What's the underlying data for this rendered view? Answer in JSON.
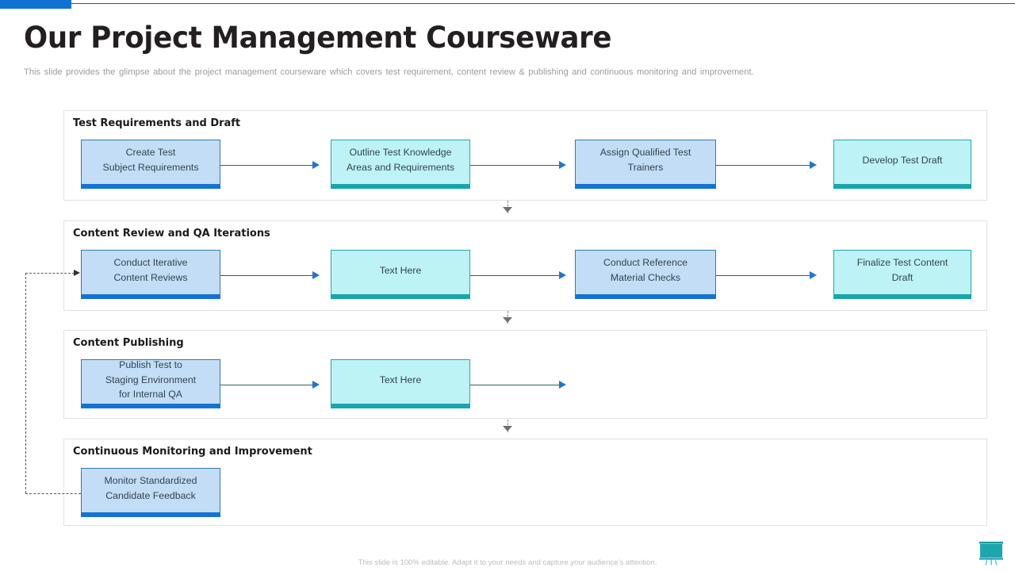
{
  "slide": {
    "title": "Our Project Management Courseware",
    "subtitle": "This slide provides the glimpse about the project management courseware which covers test requirement, content review & publishing and continuous monitoring and improvement.",
    "footer_note": "This slide is 100% editable. Adapt it to your needs and capture your audience's attention.",
    "logo_icon": "presentation-board-icon"
  },
  "colors": {
    "accent_blue": "#1272d4",
    "box_blue_fill": "#c3ddf7",
    "box_blue_border": "#2e7ab5",
    "box_blue_bar": "#1572d3",
    "box_cyan_fill": "#bdf3f5",
    "box_cyan_border": "#22a5ad",
    "box_cyan_bar": "#18a5ad",
    "connector_line": "#2c6460",
    "connector_arrow": "#2076c9",
    "panel_border": "#e2e2e2",
    "title_text": "#231f20",
    "subtitle_text": "#9c9c9c",
    "box_text": "#32434f"
  },
  "sections": [
    {
      "id": "test-requirements-and-draft",
      "title": "Test Requirements and Draft",
      "steps": [
        {
          "label": "Create Test\nSubject Requirements",
          "style": "blue"
        },
        {
          "label": "Outline Test Knowledge\nAreas and Requirements",
          "style": "cyan"
        },
        {
          "label": "Assign Qualified Test\nTrainers",
          "style": "blue"
        },
        {
          "label": "Develop Test Draft",
          "style": "cyan"
        }
      ]
    },
    {
      "id": "content-review-and-qa-iterations",
      "title": "Content Review and QA Iterations",
      "steps": [
        {
          "label": "Conduct Iterative\nContent Reviews",
          "style": "blue"
        },
        {
          "label": "Text Here",
          "style": "cyan"
        },
        {
          "label": "Conduct Reference\nMaterial Checks",
          "style": "blue"
        },
        {
          "label": "Finalize Test Content\nDraft",
          "style": "cyan"
        }
      ]
    },
    {
      "id": "content-publishing",
      "title": "Content Publishing",
      "steps": [
        {
          "label": "Publish Test to\nStaging Environment\nfor Internal QA",
          "style": "blue"
        },
        {
          "label": "Text Here",
          "style": "cyan"
        }
      ]
    },
    {
      "id": "continuous-monitoring-and-improvement",
      "title": "Continuous Monitoring and Improvement",
      "steps": [
        {
          "label": "Monitor Standardized\nCandidate Feedback",
          "style": "blue"
        }
      ]
    }
  ]
}
